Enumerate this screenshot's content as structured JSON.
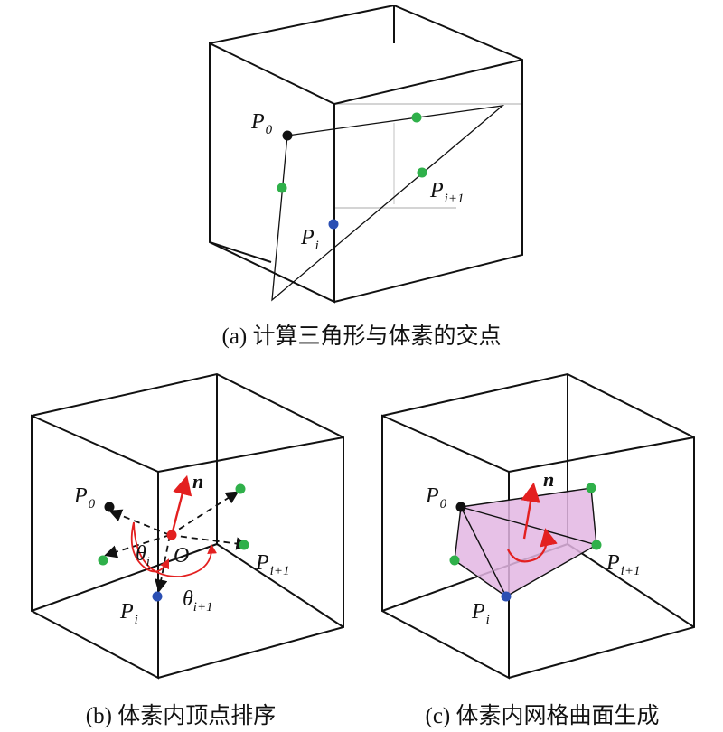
{
  "panels": {
    "a": {
      "caption": "(a) 计算三角形与体素的交点",
      "labels": {
        "p0": "P",
        "p0_sub": "0",
        "pi": "P",
        "pi_sub": "i",
        "pi1": "P",
        "pi1_sub": "i+1"
      }
    },
    "b": {
      "caption": "(b) 体素内顶点排序",
      "labels": {
        "p0": "P",
        "p0_sub": "0",
        "pi": "P",
        "pi_sub": "i",
        "pi1": "P",
        "pi1_sub": "i+1",
        "n": "n",
        "o": "O",
        "theta_i": "θ",
        "theta_i_sub": "i",
        "theta_i1": "θ",
        "theta_i1_sub": "i+1"
      }
    },
    "c": {
      "caption": "(c) 体素内网格曲面生成",
      "labels": {
        "p0": "P",
        "p0_sub": "0",
        "pi": "P",
        "pi_sub": "i",
        "pi1": "P",
        "pi1_sub": "i+1",
        "n": "n"
      }
    }
  },
  "colors": {
    "edge": "#111111",
    "green_point": "#2fb04a",
    "blue_point": "#2b4fb3",
    "black_point": "#111111",
    "red": "#e32020",
    "polygon_fill": "#e3b6e3"
  }
}
